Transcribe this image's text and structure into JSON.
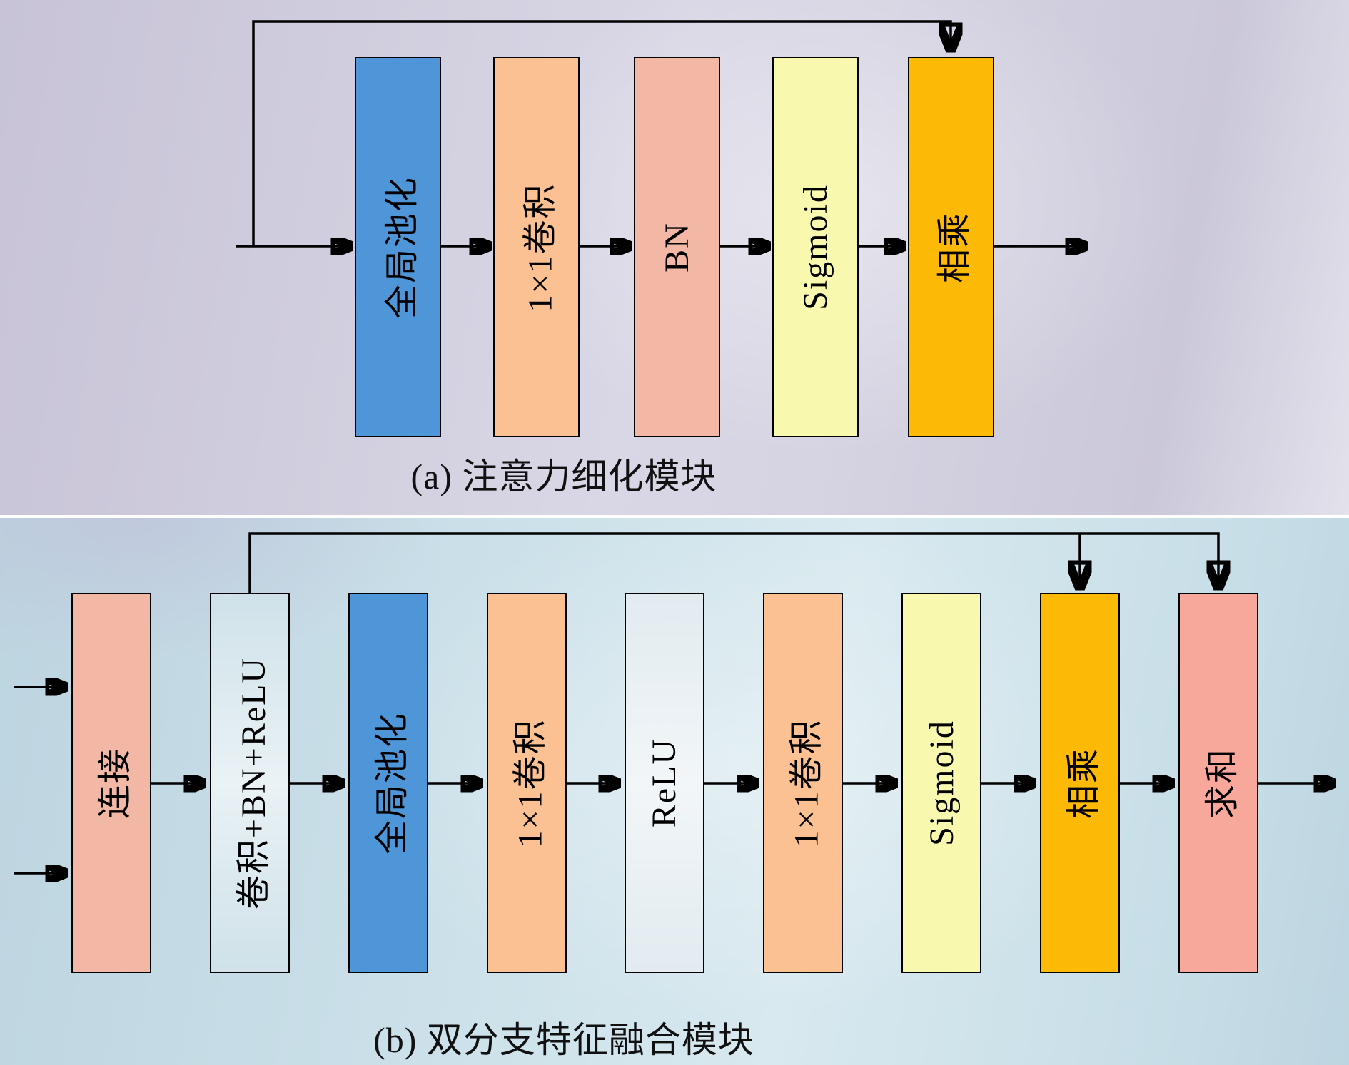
{
  "figure": {
    "panel_a": {
      "caption": "(a) 注意力细化模块",
      "blocks": [
        {
          "name": "global-pooling",
          "label": "全局池化",
          "color": "#4f96d8"
        },
        {
          "name": "conv-1x1",
          "label": "1×1卷积",
          "color": "#fcc193"
        },
        {
          "name": "batch-norm",
          "label": "BN",
          "color": "#f2b7a5"
        },
        {
          "name": "sigmoid",
          "label": "Sigmoid",
          "color": "#f8f8ae"
        },
        {
          "name": "multiply",
          "label": "相乘",
          "color": "#fcb905"
        }
      ]
    },
    "panel_b": {
      "caption": "(b) 双分支特征融合模块",
      "blocks": [
        {
          "name": "concat",
          "label": "连接",
          "color": "#f2b7a5"
        },
        {
          "name": "conv-bn-relu",
          "label": "卷积+BN+ReLU",
          "color": "#cfe2e9"
        },
        {
          "name": "global-pooling",
          "label": "全局池化",
          "color": "#4f96d8"
        },
        {
          "name": "conv-1x1-first",
          "label": "1×1卷积",
          "color": "#fcc193"
        },
        {
          "name": "relu",
          "label": "ReLU",
          "color": "#e2ebf0"
        },
        {
          "name": "conv-1x1-second",
          "label": "1×1卷积",
          "color": "#fcc193"
        },
        {
          "name": "sigmoid",
          "label": "Sigmoid",
          "color": "#f8f8ae"
        },
        {
          "name": "multiply",
          "label": "相乘",
          "color": "#fcb905"
        },
        {
          "name": "sum",
          "label": "求和",
          "color": "#f8a89a"
        }
      ]
    }
  }
}
